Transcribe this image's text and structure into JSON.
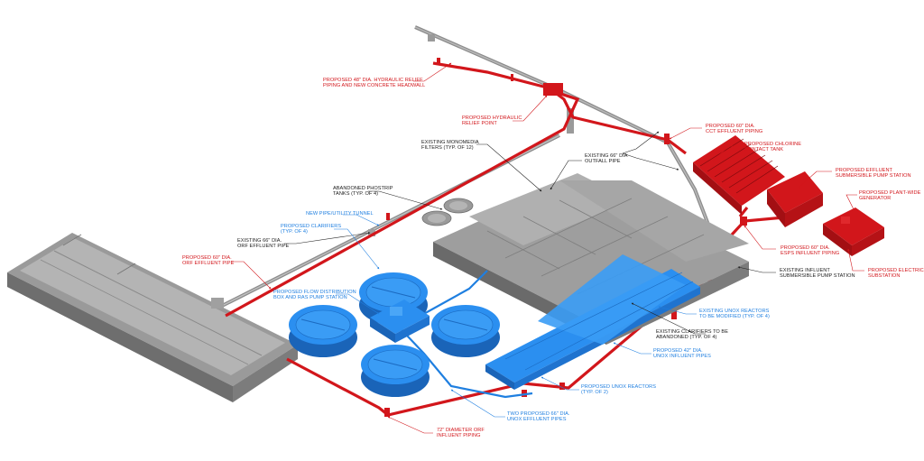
{
  "labels": {
    "hydraulic_relief_piping": "PROPOSED 48\" DIA. HYDRAULIC RELIEF\nPIPING AND NEW CONCRETE HEADWALL",
    "hydraulic_relief_point": "PROPOSED HYDRAULIC\nRELIEF POINT",
    "cct_effluent_piping": "PROPOSED 60\" DIA.\nCCT EFFLUENT PIPING",
    "chlorine_contact_tank": "PROPOSED CHLORINE\nCONTACT TANK",
    "effluent_pump_station": "PROPOSED EFFLUENT\nSUBMERSIBLE PUMP STATION",
    "plant_wide_generator": "PROPOSED PLANT-WIDE\nGENERATOR",
    "monomedia_filters": "EXISTING MONOMEDIA\nFILTERS (TYP. OF 12)",
    "outfall_pipe": "EXISTING 66\" DIA\nOUTFALL PIPE",
    "phostrip_tanks": "ABANDONED PHOSTRIP\nTANKS (TYP. OF 4)",
    "pipe_utility_tunnel": "NEW PIPE/UTILITY TUNNEL",
    "proposed_clarifiers": "PROPOSED CLARIFIERS\n(TYP. OF 4)",
    "existing_orf_effluent": "EXISTING 66\" DIA.\nORF EFFLUENT PIPE",
    "proposed_orf_effluent": "PROPOSED 60\" DIA.\nORF EFFLUENT PIPE",
    "esps_influent_piping": "PROPOSED 60\" DIA.\nESPS INFLUENT PIPING",
    "influent_pump_station": "EXISTING INFLUENT\nSUBMERSIBLE PUMP STATION",
    "electrical_substation": "PROPOSED ELECTRICAL\nSUBSTATION",
    "flow_distribution_box": "PROPOSED FLOW DISTRIBUTION\nBOX AND RAS PUMP STATION",
    "unox_reactors_modified": "EXISTING UNOX REACTORS\nTO BE MODIFIED (TYP. OF 4)",
    "clarifiers_abandoned": "EXISTING CLARIFIERS TO BE\nABANDONED (TYP. OF 4)",
    "unox_influent_pipes": "PROPOSED 42\" DIA.\nUNOX INFLUENT PIPES",
    "proposed_unox_reactors": "PROPOSED UNOX REACTORS\n(TYP. OF 2)",
    "unox_effluent_pipes": "TWO PROPOSED 66\" DIA.\nUNOX EFFLUENT PIPES",
    "orf_influent_piping": "72\" DIAMETER ORF\nINFLUENT PIPING"
  },
  "colors": {
    "proposed_red": "#d2161b",
    "proposed_blue": "#1f7fe0",
    "existing_gray": "#8c8c8c",
    "text_black": "#1a1a1a"
  }
}
